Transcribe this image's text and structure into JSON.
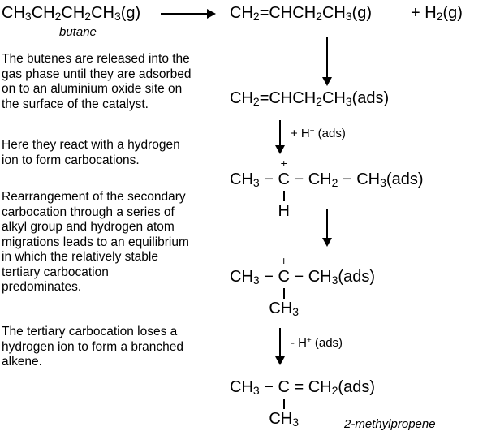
{
  "page": {
    "background": "#ffffff",
    "text_color": "#000000"
  },
  "top_reaction": {
    "butane": "CH~3~CH~2~CH~2~CH~3~(g)",
    "butane_label": "butane",
    "butene": "CH~2~=CHCH~2~CH~3~(g)",
    "hydrogen": "+ H~2~(g)"
  },
  "notes": {
    "para1": "The butenes are released into the\ngas phase until they are adsorbed\non to an aluminium oxide site on\nthe surface of the catalyst.",
    "para2": "Here they react with a hydrogen\nion to form carbocations.",
    "para3": "Rearrangement of the secondary\ncarbocation through a series of\nalkyl group and hydrogen atom\nmigrations leads to an equilibrium\nin which the relatively stable\ntertiary carbocation\npredominates.",
    "para4": "The tertiary carbocation loses a\nhydrogen ion to form a branched\nalkene."
  },
  "sequence": {
    "adsorbed_butene": "CH~2~=CHCH~2~CH~3~(ads)",
    "protonation_label": "+ H^+^ (ads)",
    "secondary_carbocation": {
      "pre": "CH~3~ − ",
      "central_atom": "C",
      "post": " − CH~2~ − CH~3~(ads)",
      "charge": "+",
      "below": "H"
    },
    "tertiary_carbocation": {
      "pre": "CH~3~ − ",
      "central_atom": "C",
      "post": " − CH~3~(ads)",
      "charge": "+",
      "below": "CH~3~"
    },
    "deprotonation_label": "- H^+^ (ads)",
    "alkene_product": {
      "pre": "CH~3~ − ",
      "central_atom": "C",
      "post": " = CH~2~(ads)",
      "below": "CH~3~"
    },
    "product_label": "2-methylpropene"
  }
}
